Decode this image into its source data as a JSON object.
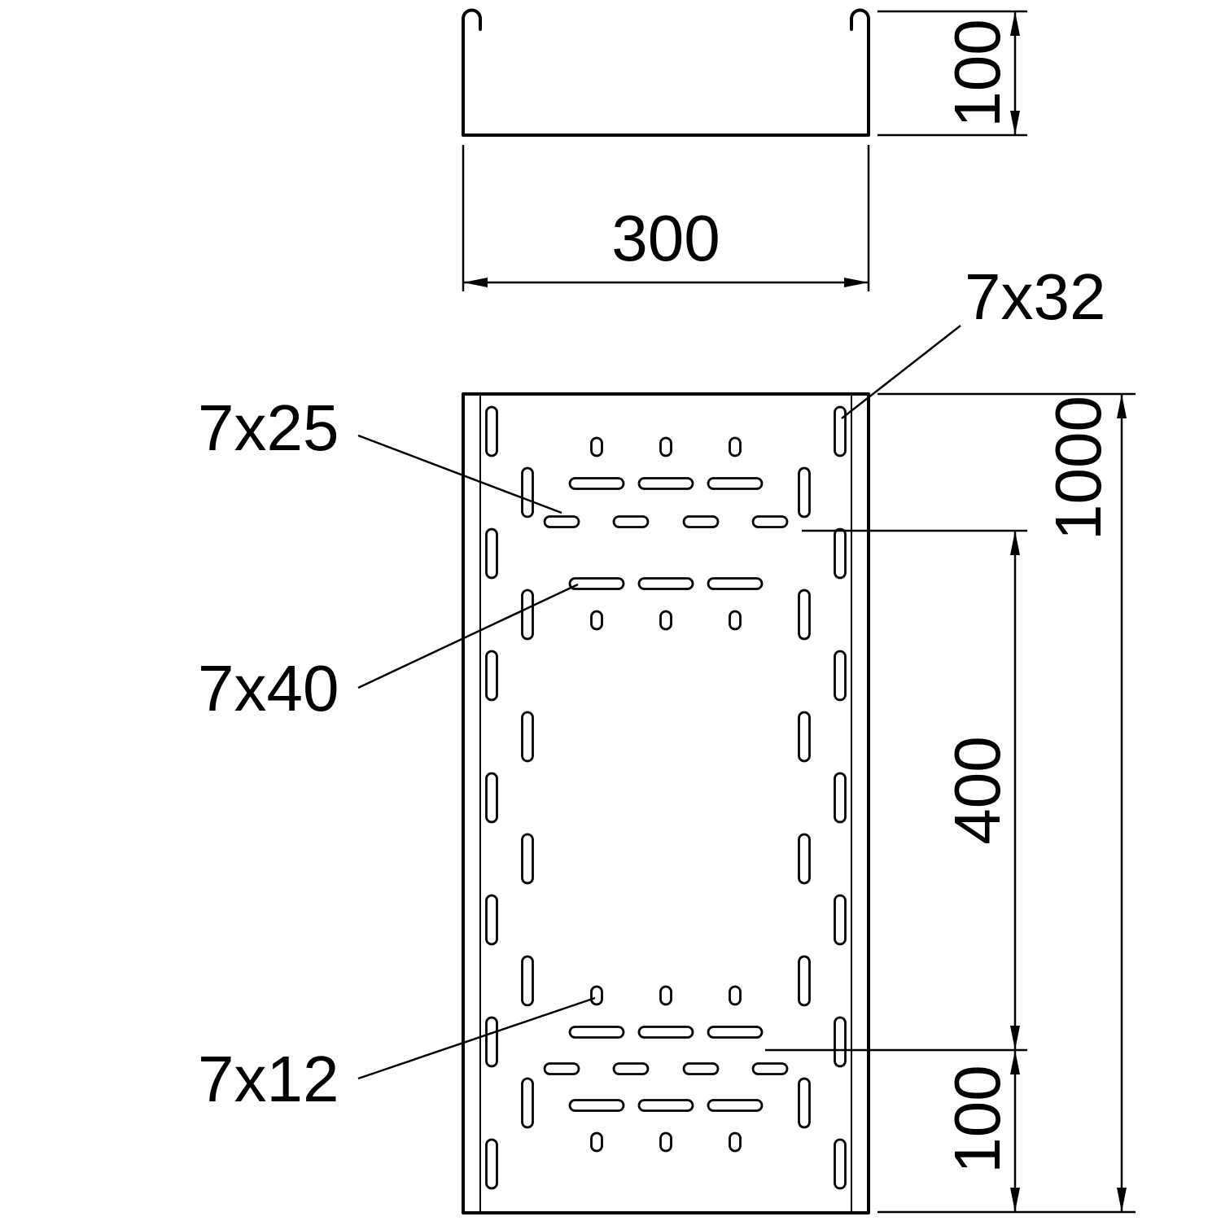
{
  "cross_section": {
    "width_label": "300",
    "height_label": "100"
  },
  "plan_view": {
    "length_label": "1000",
    "pattern_length_label": "400",
    "end_distance_label": "100",
    "slot_labels": {
      "side_rail": "7x32",
      "floor_short": "7x25",
      "floor_long": "7x40",
      "floor_small": "7x12"
    }
  }
}
